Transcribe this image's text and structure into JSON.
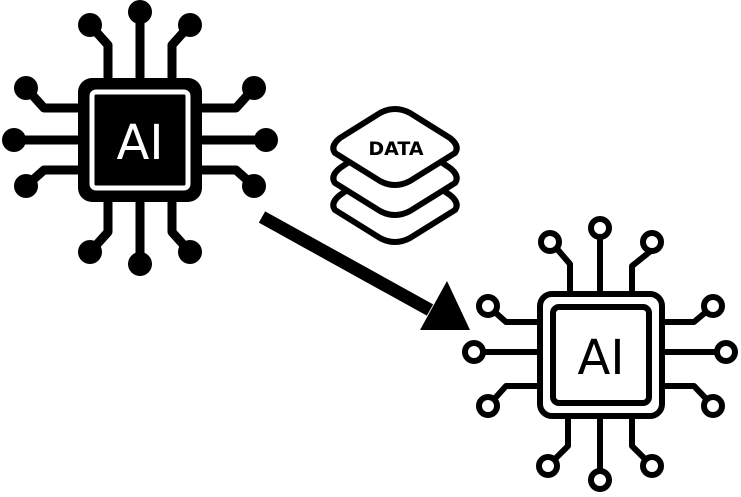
{
  "colors": {
    "ink": "#000000",
    "paper": "#ffffff"
  },
  "source_chip": {
    "label": "AI",
    "icon": "ai-chip-icon",
    "style": "filled"
  },
  "data_stack": {
    "label": "DATA",
    "icon": "layers-icon",
    "layers": 3
  },
  "target_chip": {
    "label": "AI",
    "icon": "ai-chip-icon",
    "style": "outline"
  },
  "arrow": {
    "icon": "arrow-icon",
    "direction": "down-right"
  }
}
